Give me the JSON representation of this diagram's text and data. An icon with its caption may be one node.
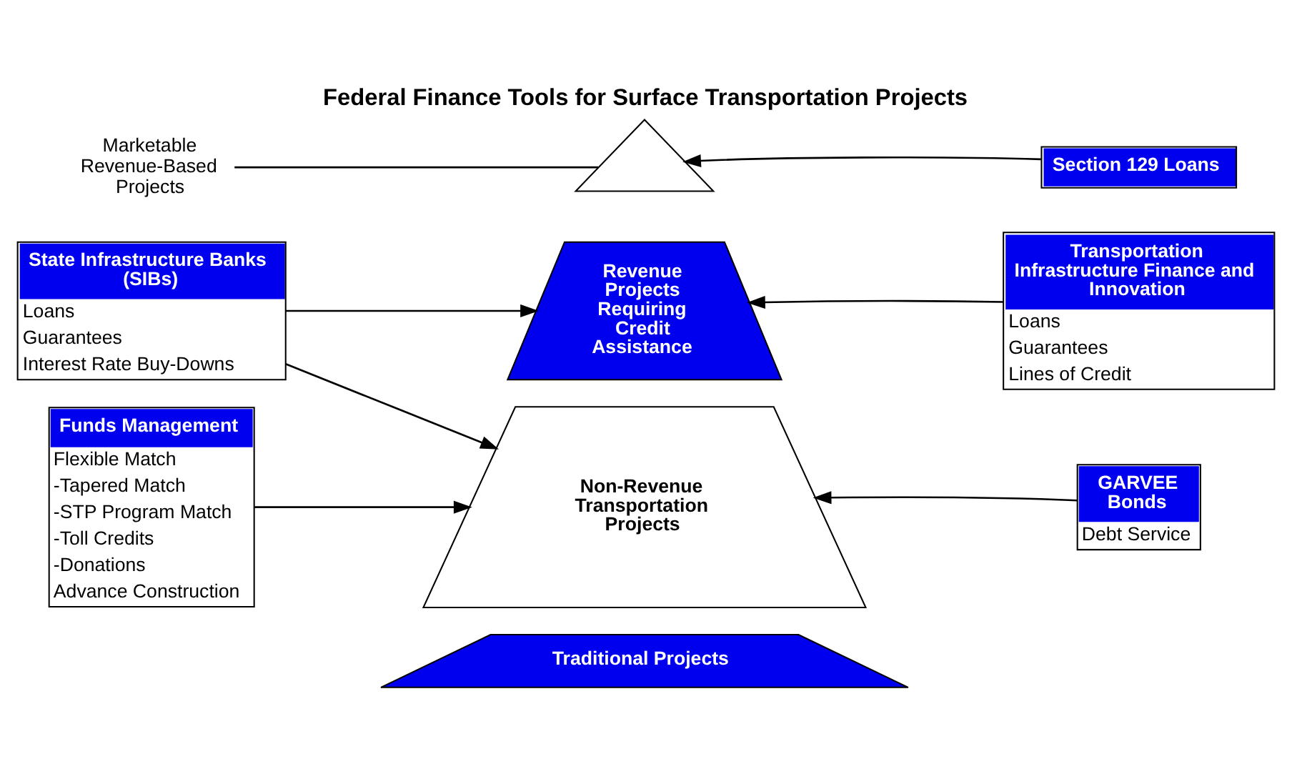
{
  "diagram": {
    "title": "Federal Finance Tools for Surface Transportation Projects",
    "nodes": [
      {
        "text": [
          "Section 129 Loans"
        ]
      },
      {
        "text": [
          "Marketable Revenue-Based Projects"
        ]
      },
      {
        "text": [],
        "shape": "triangle"
      },
      {
        "text": [
          "State Infrastructure Banks (SIBs)",
          "Loans",
          "Guarantees",
          "Interest Rate Buy-Downs"
        ]
      },
      {
        "text": [
          "Revenue Projects Requiring Credit Assistance"
        ]
      },
      {
        "text": [
          "Transportation Infrastructure Finance and Innovation",
          "Loans",
          "Guarantees",
          "Lines of Credit"
        ]
      },
      {
        "text": [
          "Funds Management",
          "Flexible Match",
          "-Tapered Match",
          "-STP Program Match",
          "-Toll Credits",
          "-Donations",
          "Advance Construction"
        ]
      },
      {
        "text": [
          "GARVEE Bonds",
          "Debt Service"
        ]
      },
      {
        "text": [
          "Non-Revenue Transportation Projects"
        ]
      },
      {
        "text": [
          "Traditional Projects"
        ]
      }
    ],
    "edges": [
      {
        "from": 0,
        "to": 2,
        "arrow": "to"
      },
      {
        "from": 1,
        "to": 2,
        "arrow": "none"
      },
      {
        "from": 3,
        "to": 4,
        "arrow": "to"
      },
      {
        "from": 3,
        "to": 8,
        "arrow": "to"
      },
      {
        "from": 5,
        "to": 4,
        "arrow": "to"
      },
      {
        "from": 6,
        "to": 8,
        "arrow": "to"
      },
      {
        "from": 7,
        "to": 8,
        "arrow": "to"
      }
    ]
  }
}
